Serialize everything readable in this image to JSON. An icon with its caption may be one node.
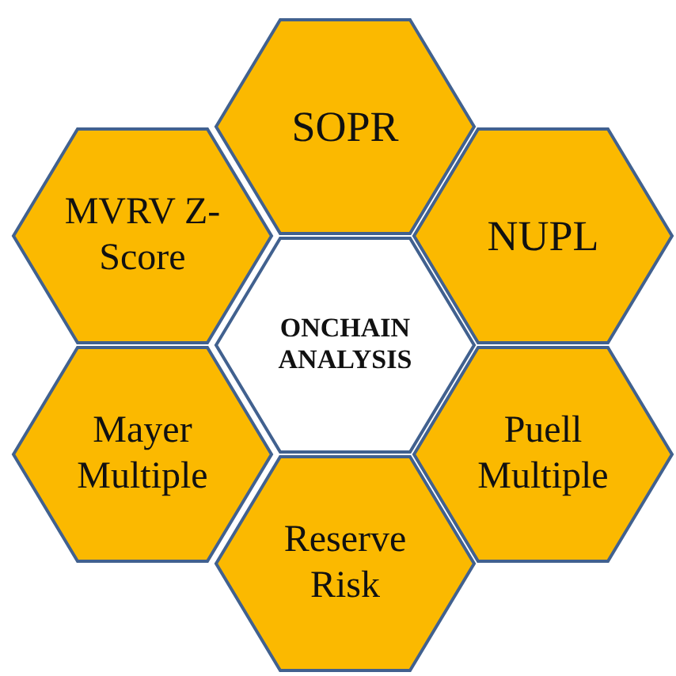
{
  "diagram": {
    "nodes": [
      {
        "text": [
          "SOPR"
        ]
      },
      {
        "text": [
          "MVRV Z-Score"
        ]
      },
      {
        "text": [
          "NUPL"
        ]
      },
      {
        "text": [
          "ONCHAIN ANALYSIS"
        ]
      },
      {
        "text": [
          "Mayer Multiple"
        ]
      },
      {
        "text": [
          "Puell Multiple"
        ]
      },
      {
        "text": [
          "Reserve Risk"
        ]
      }
    ]
  }
}
